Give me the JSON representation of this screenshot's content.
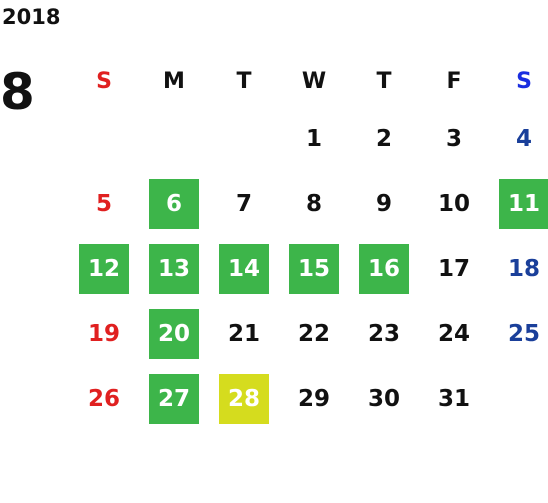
{
  "year": "2018",
  "month": "8",
  "colors": {
    "sunday": "#e02020",
    "saturday": "#1a3f9a",
    "saturday_header": "#1a2ee0",
    "highlight_green": "#3db54a",
    "highlight_yellow": "#d5dc1e"
  },
  "weekdays": [
    "S",
    "M",
    "T",
    "W",
    "T",
    "F",
    "S"
  ],
  "weeks": [
    [
      {
        "day": "",
        "type": "empty",
        "highlight": "none"
      },
      {
        "day": "",
        "type": "empty",
        "highlight": "none"
      },
      {
        "day": "",
        "type": "empty",
        "highlight": "none"
      },
      {
        "day": "1",
        "type": "weekday",
        "highlight": "none"
      },
      {
        "day": "2",
        "type": "weekday",
        "highlight": "none"
      },
      {
        "day": "3",
        "type": "weekday",
        "highlight": "none"
      },
      {
        "day": "4",
        "type": "saturday",
        "highlight": "none"
      }
    ],
    [
      {
        "day": "5",
        "type": "sunday",
        "highlight": "none"
      },
      {
        "day": "6",
        "type": "weekday",
        "highlight": "green"
      },
      {
        "day": "7",
        "type": "weekday",
        "highlight": "none"
      },
      {
        "day": "8",
        "type": "weekday",
        "highlight": "none"
      },
      {
        "day": "9",
        "type": "weekday",
        "highlight": "none"
      },
      {
        "day": "10",
        "type": "weekday",
        "highlight": "none"
      },
      {
        "day": "11",
        "type": "saturday",
        "highlight": "green"
      }
    ],
    [
      {
        "day": "12",
        "type": "sunday",
        "highlight": "green"
      },
      {
        "day": "13",
        "type": "weekday",
        "highlight": "green"
      },
      {
        "day": "14",
        "type": "weekday",
        "highlight": "green"
      },
      {
        "day": "15",
        "type": "weekday",
        "highlight": "green"
      },
      {
        "day": "16",
        "type": "weekday",
        "highlight": "green"
      },
      {
        "day": "17",
        "type": "weekday",
        "highlight": "none"
      },
      {
        "day": "18",
        "type": "saturday",
        "highlight": "none"
      }
    ],
    [
      {
        "day": "19",
        "type": "sunday",
        "highlight": "none"
      },
      {
        "day": "20",
        "type": "weekday",
        "highlight": "green"
      },
      {
        "day": "21",
        "type": "weekday",
        "highlight": "none"
      },
      {
        "day": "22",
        "type": "weekday",
        "highlight": "none"
      },
      {
        "day": "23",
        "type": "weekday",
        "highlight": "none"
      },
      {
        "day": "24",
        "type": "weekday",
        "highlight": "none"
      },
      {
        "day": "25",
        "type": "saturday",
        "highlight": "none"
      }
    ],
    [
      {
        "day": "26",
        "type": "sunday",
        "highlight": "none"
      },
      {
        "day": "27",
        "type": "weekday",
        "highlight": "green"
      },
      {
        "day": "28",
        "type": "weekday",
        "highlight": "yellow"
      },
      {
        "day": "29",
        "type": "weekday",
        "highlight": "none"
      },
      {
        "day": "30",
        "type": "weekday",
        "highlight": "none"
      },
      {
        "day": "31",
        "type": "weekday",
        "highlight": "none"
      },
      {
        "day": "",
        "type": "empty",
        "highlight": "none"
      }
    ]
  ]
}
